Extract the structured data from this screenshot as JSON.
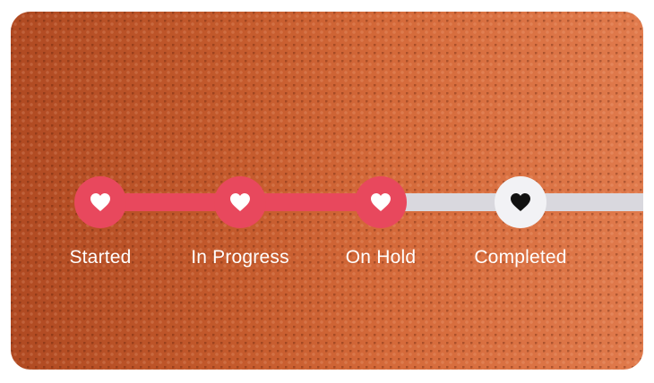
{
  "colors": {
    "accent": "#e8485d",
    "inactive_track": "#d9d8de",
    "inactive_node": "#f2f2f5",
    "label_text": "#ffffff"
  },
  "progress": {
    "current_step": 3,
    "total_steps": 4
  },
  "steps": [
    {
      "label": "Started",
      "status": "done",
      "icon": "heart-icon"
    },
    {
      "label": "In Progress",
      "status": "done",
      "icon": "heart-icon"
    },
    {
      "label": "On Hold",
      "status": "done",
      "icon": "heart-icon"
    },
    {
      "label": "Completed",
      "status": "pending",
      "icon": "heart-icon"
    }
  ]
}
